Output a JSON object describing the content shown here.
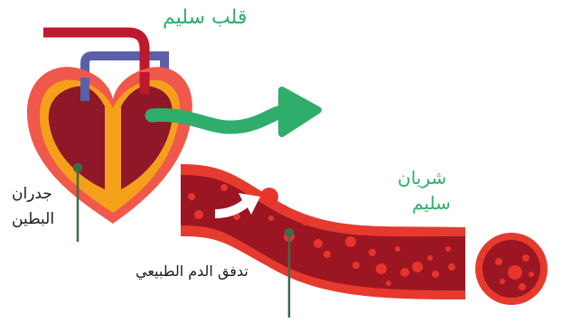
{
  "labels": {
    "healthy_heart": "قلب سليم",
    "ventricle_walls_line1": "جدران",
    "ventricle_walls_line2": "البطين",
    "healthy_artery_line1": "شريان",
    "healthy_artery_line2": "سليم",
    "normal_blood_flow": "تدفق الدم الطبيعي"
  },
  "colors": {
    "heart_outer": "#f0584c",
    "heart_fill": "#8e1828",
    "heart_septum": "#f5a01a",
    "aorta": "#c0182e",
    "vena_cava": "#5b5fa8",
    "flow_arrow": "#2eae6a",
    "artery_wall": "#e63a2e",
    "artery_lumen": "#9b1622",
    "blood_cell": "#e8342c",
    "label_green": "#2eae6a",
    "label_dark": "#1b1b1b",
    "leader_line": "#3e6b4a"
  }
}
